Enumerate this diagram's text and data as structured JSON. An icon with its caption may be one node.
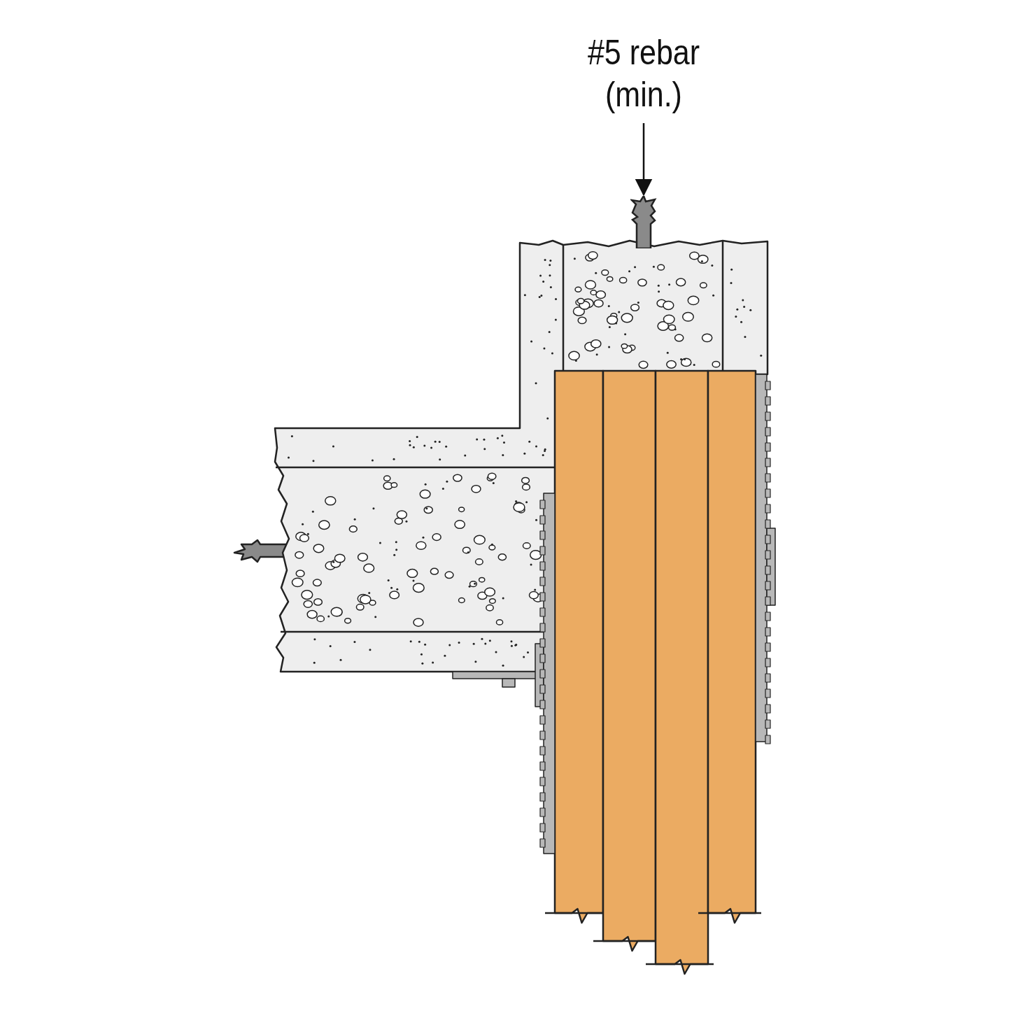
{
  "diagram": {
    "nodes": [
      {
        "text": [
          "#5 rebar (min.)"
        ]
      },
      {
        "text": [],
        "shape": "bar"
      }
    ],
    "edges": [
      {
        "from": 0,
        "to": 1,
        "arrow": "to"
      }
    ]
  }
}
